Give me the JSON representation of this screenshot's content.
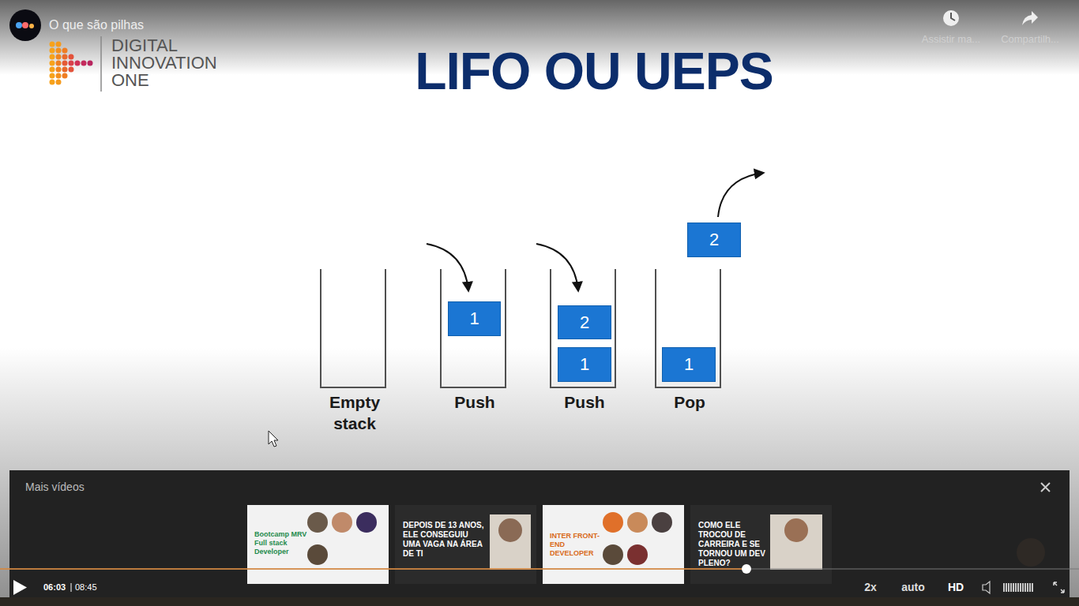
{
  "diagram": {
    "title": "LIFO OU UEPS",
    "nodes": [
      {
        "text": [
          "Empty stack"
        ]
      },
      {
        "text": [
          "Push"
        ]
      },
      {
        "text": [
          "1"
        ],
        "in": 1
      },
      {
        "text": [
          "Push"
        ]
      },
      {
        "text": [
          "2"
        ],
        "in": 3
      },
      {
        "text": [
          "1"
        ],
        "in": 3
      },
      {
        "text": [
          "Pop"
        ]
      },
      {
        "text": [
          "1"
        ],
        "in": 6
      },
      {
        "text": [
          "2"
        ]
      }
    ],
    "labels": [
      "O que são pilhas",
      "Assistir ma...",
      "Compartilh...",
      "DIGITAL INNOVATION ONE",
      "Mais vídeos",
      "Bootcamp MRV Full stack Developer",
      "DEPOIS DE 13 ANOS, ELE CONSEGUIU UMA VAGA NA ÁREA DE TI",
      "INTER FRONT-END DEVELOPER",
      "COMO ELE TROCOU DE CARREIRA E SE TORNOU UM DEV PLENO?",
      "06:03",
      "08:45",
      "2x",
      "auto",
      "HD"
    ]
  }
}
